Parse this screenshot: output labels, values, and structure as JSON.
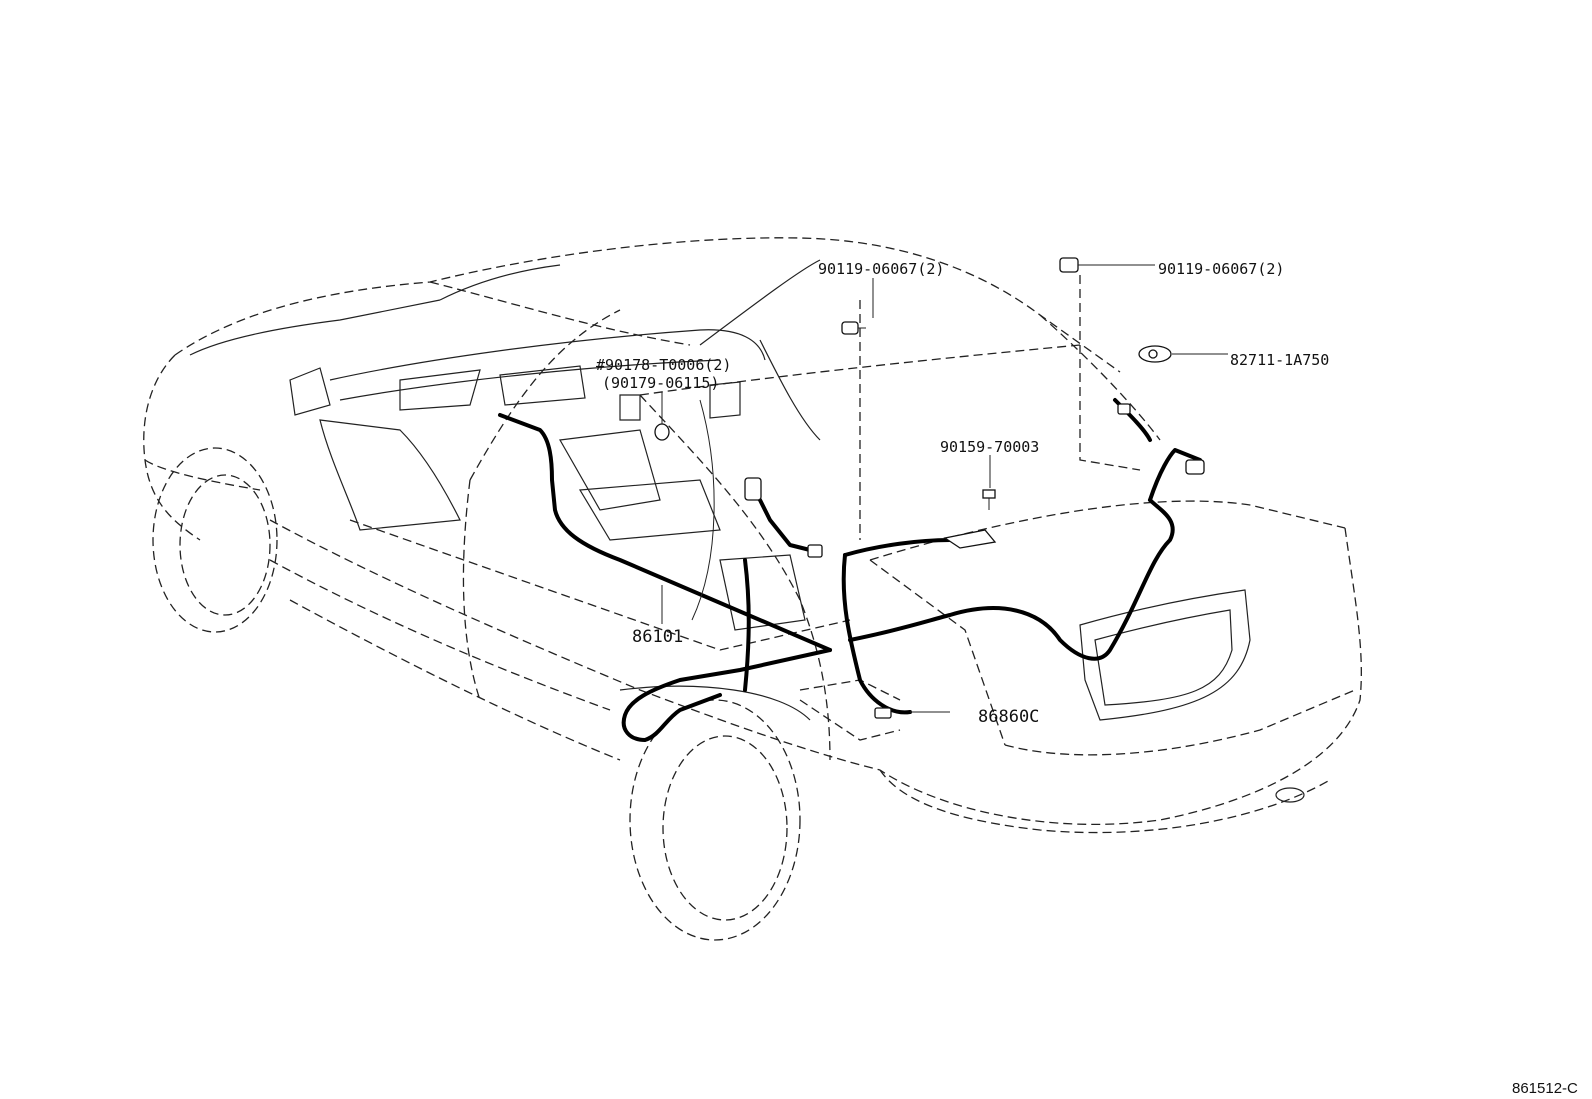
{
  "parts": {
    "bolt_roof_left": "90119-06067(2)",
    "bolt_roof_right": "90119-06067(2)",
    "clip": "82711-1A750",
    "clip_dash": "#90178-T0006(2)",
    "clip_dash_alt": "(90179-06115)",
    "screw": "90159-70003",
    "harness": "86101",
    "antenna_cord": "86860C"
  },
  "figure_code": "861512-C"
}
